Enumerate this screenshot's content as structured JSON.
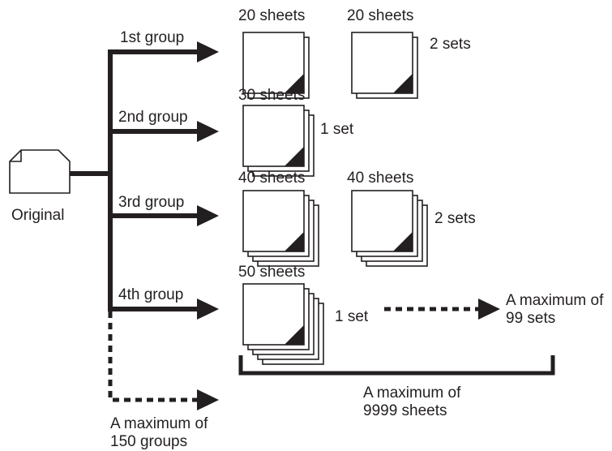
{
  "original": {
    "label": "Original",
    "icon": "document-icon"
  },
  "groups": [
    {
      "label": "1st group",
      "stacks": [
        {
          "sheets_label": "20 sheets"
        },
        {
          "sheets_label": "20 sheets"
        }
      ],
      "sets_label": "2  sets"
    },
    {
      "label": "2nd group",
      "stacks": [
        {
          "sheets_label": "30 sheets"
        }
      ],
      "sets_label": "1  set"
    },
    {
      "label": "3rd group",
      "stacks": [
        {
          "sheets_label": "40 sheets"
        },
        {
          "sheets_label": "40 sheets"
        }
      ],
      "sets_label": "2  sets"
    },
    {
      "label": "4th group",
      "stacks": [
        {
          "sheets_label": "50 sheets"
        }
      ],
      "sets_label": "1  set"
    }
  ],
  "max_sets_label": "A maximum of\n99  sets",
  "max_sheets_label": "A maximum of\n9999    sheets",
  "max_groups_label": "A maximum of\n150 groups",
  "colors": {
    "ink": "#231f20",
    "paper": "#ffffff"
  }
}
